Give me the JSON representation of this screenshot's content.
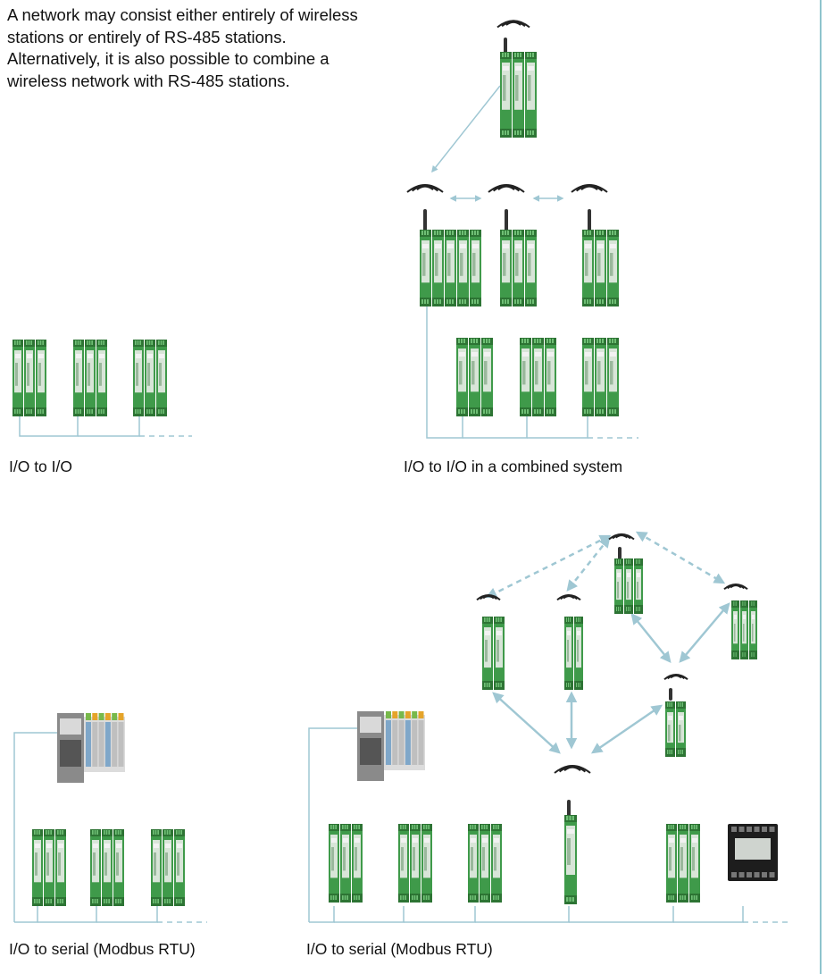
{
  "intro_text": "A network may consist either entirely of wireless stations or entirely of RS-485 stations. Alternatively, it is also possible to combine a wireless network with RS-485 stations.",
  "captions": {
    "io_to_io": "I/O to I/O",
    "io_combined": "I/O to I/O in a combined system",
    "io_serial_left": "I/O to serial (Modbus RTU)",
    "io_serial_right": "I/O to serial (Modbus RTU)"
  },
  "colors": {
    "link": "#9fc7d3",
    "module_green": "#3f9a4a",
    "module_dark": "#2d7434",
    "rule": "#8fc4cd"
  },
  "icons": {
    "wireless_signal": "wifi-arcs-icon",
    "io_module": "din-rail-module-icon",
    "plc_controller": "plc-controller-icon",
    "meter_display": "modbus-meter-icon"
  }
}
